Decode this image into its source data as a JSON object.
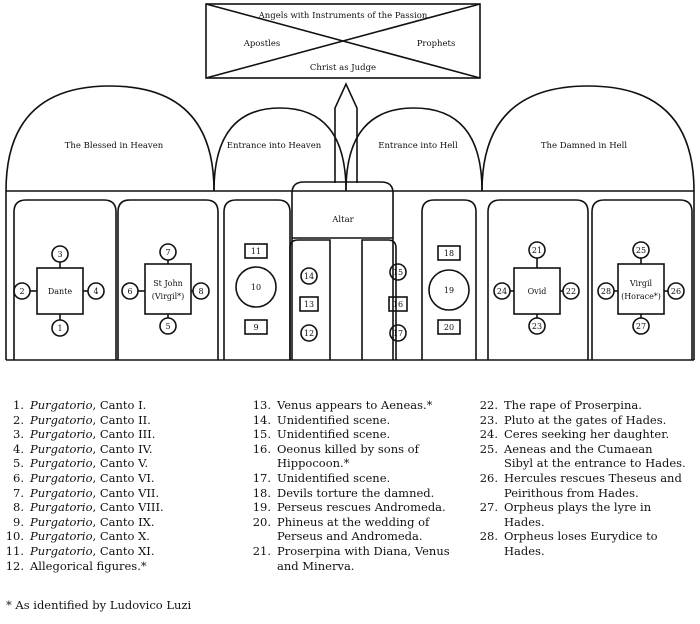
{
  "diagram": {
    "top_box": {
      "top": "Angels with Instruments of the Passion",
      "left": "Apostles",
      "right": "Prophets",
      "bottom": "Christ as Judge"
    },
    "lunettes": [
      "The Blessed in Heaven",
      "Entrance into Heaven",
      "Entrance into Hell",
      "The Damned in Hell"
    ],
    "altar": "Altar",
    "panels": {
      "p1": {
        "label": "Dante",
        "top": "3",
        "left": "2",
        "right": "4",
        "bottom": "1"
      },
      "p2": {
        "label_line1": "St John",
        "label_line2": "(Virgil*)",
        "top": "7",
        "left": "6",
        "right": "8",
        "bottom": "5"
      },
      "p3": {
        "top": "11",
        "center": "10",
        "bottom": "9"
      },
      "p4": {
        "a": "14",
        "b": "13",
        "c": "12"
      },
      "p5": {
        "a": "15",
        "b": "16",
        "c": "17"
      },
      "p6": {
        "top": "18",
        "center": "19",
        "bottom": "20"
      },
      "p7": {
        "label": "Ovid",
        "top": "21",
        "left": "24",
        "right": "22",
        "bottom": "23"
      },
      "p8": {
        "label_line1": "Virgil",
        "label_line2": "(Horace*)",
        "top": "25",
        "left": "28",
        "right": "26",
        "bottom": "27"
      }
    }
  },
  "legend": {
    "col1": [
      {
        "num": "1.",
        "work": "Purgatorio",
        "rest": ", Canto I."
      },
      {
        "num": "2.",
        "work": "Purgatorio",
        "rest": ", Canto II."
      },
      {
        "num": "3.",
        "work": "Purgatorio",
        "rest": ", Canto III."
      },
      {
        "num": "4.",
        "work": "Purgatorio",
        "rest": ", Canto IV."
      },
      {
        "num": "5.",
        "work": "Purgatorio",
        "rest": ", Canto V."
      },
      {
        "num": "6.",
        "work": "Purgatorio",
        "rest": ", Canto VI."
      },
      {
        "num": "7.",
        "work": "Purgatorio",
        "rest": ", Canto VII."
      },
      {
        "num": "8.",
        "work": "Purgatorio",
        "rest": ", Canto VIII."
      },
      {
        "num": "9.",
        "work": "Purgatorio",
        "rest": ", Canto IX."
      },
      {
        "num": "10.",
        "work": "Purgatorio",
        "rest": ", Canto X."
      },
      {
        "num": "11.",
        "work": "Purgatorio",
        "rest": ", Canto XI."
      },
      {
        "num": "12.",
        "work": "",
        "rest": "Allegorical figures.*"
      }
    ],
    "col2": [
      {
        "num": "13.",
        "lines": [
          "Venus appears to Aeneas.*"
        ]
      },
      {
        "num": "14.",
        "lines": [
          "Unidentified scene."
        ]
      },
      {
        "num": "15.",
        "lines": [
          "Unidentified scene."
        ]
      },
      {
        "num": "16.",
        "lines": [
          "Oeonus killed by sons of",
          "Hippocoon.*"
        ]
      },
      {
        "num": "17.",
        "lines": [
          "Unidentified scene."
        ]
      },
      {
        "num": "18.",
        "lines": [
          "Devils torture the damned."
        ]
      },
      {
        "num": "19.",
        "lines": [
          "Perseus rescues Andromeda."
        ]
      },
      {
        "num": "20.",
        "lines": [
          "Phineus at the wedding of",
          "Perseus and Andromeda."
        ]
      },
      {
        "num": "21.",
        "lines": [
          "Proserpina with Diana, Venus",
          "and Minerva."
        ]
      }
    ],
    "col3": [
      {
        "num": "22.",
        "lines": [
          "The rape of Proserpina."
        ]
      },
      {
        "num": "23.",
        "lines": [
          "Pluto at the gates of Hades."
        ]
      },
      {
        "num": "24.",
        "lines": [
          "Ceres seeking her daughter."
        ]
      },
      {
        "num": "25.",
        "lines": [
          "Aeneas and the Cumaean",
          "Sibyl at the entrance to Hades."
        ]
      },
      {
        "num": "26.",
        "lines": [
          "Hercules rescues Theseus and",
          "Peirithous from Hades."
        ]
      },
      {
        "num": "27.",
        "lines": [
          "Orpheus plays the lyre in",
          "Hades."
        ]
      },
      {
        "num": "28.",
        "lines": [
          "Orpheus loses Eurydice to",
          "Hades."
        ]
      }
    ]
  },
  "footnote": "* As identified by Ludovico Luzi"
}
